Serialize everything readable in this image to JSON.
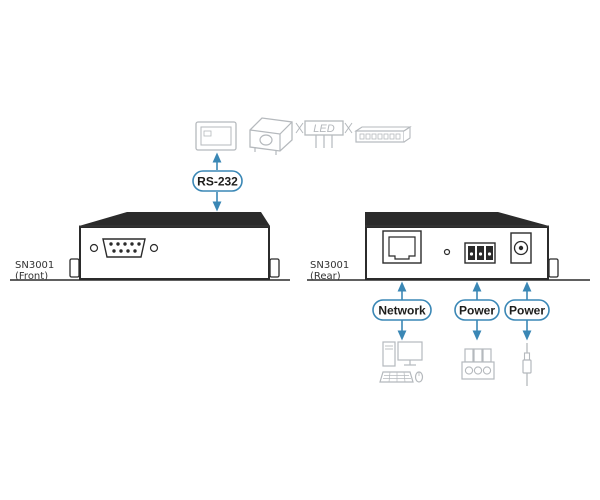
{
  "front_device": {
    "name": "SN3001",
    "view": "(Front)"
  },
  "rear_device": {
    "name": "SN3001",
    "view": "(Rear)"
  },
  "labels": {
    "rs232": "RS-232",
    "network": "Network",
    "power_terminal": "Power",
    "power_jack": "Power",
    "led": "LED"
  },
  "icons": [
    "touch-panel-icon",
    "projector-icon",
    "led-display-icon",
    "switch-icon",
    "computer-icon",
    "terminal-block-icon",
    "power-plug-icon"
  ],
  "colors": {
    "arrow": "#3a87b5",
    "pill_border": "#3a87b5",
    "device_body": "#2b2b2b",
    "icon_gray": "#b5b9bd"
  }
}
